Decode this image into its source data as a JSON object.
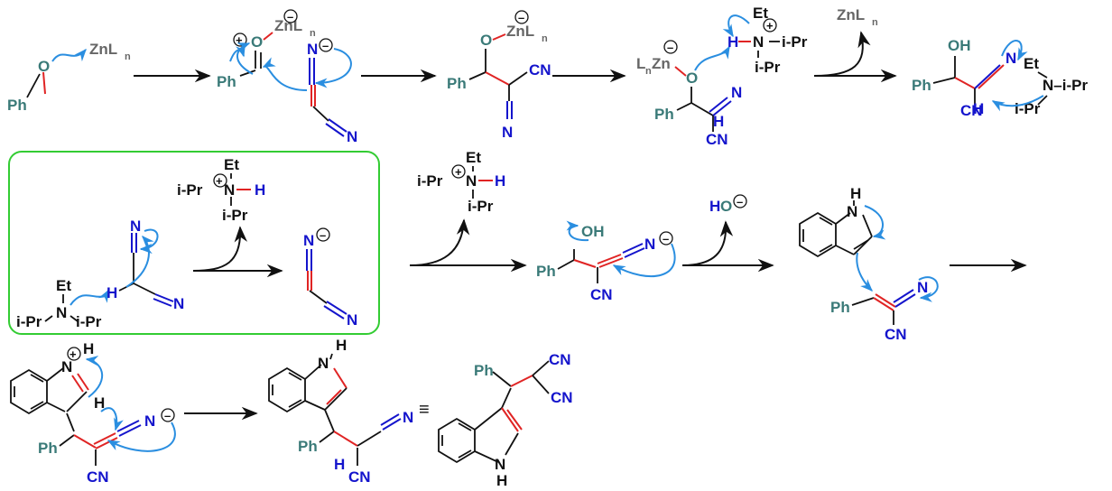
{
  "labels": {
    "ph": "Ph",
    "o": "O",
    "oh": "OH",
    "cn": "CN",
    "n": "N",
    "h": "H",
    "et": "Et",
    "ipr": "i-Pr",
    "n_ipr": "N–i-Pr",
    "znln": "ZnL",
    "n_sub": "n",
    "lnzn_l": "L",
    "lnzn_zn": "Zn",
    "ho": "HO",
    "plus": "+",
    "minus": "–",
    "equiv": "≡"
  },
  "colors": {
    "teal": "#3a7a78",
    "blue": "#1414cc",
    "red": "#e02424",
    "arrow_cyan": "#2a8ee0",
    "box_green": "#33cc33"
  }
}
